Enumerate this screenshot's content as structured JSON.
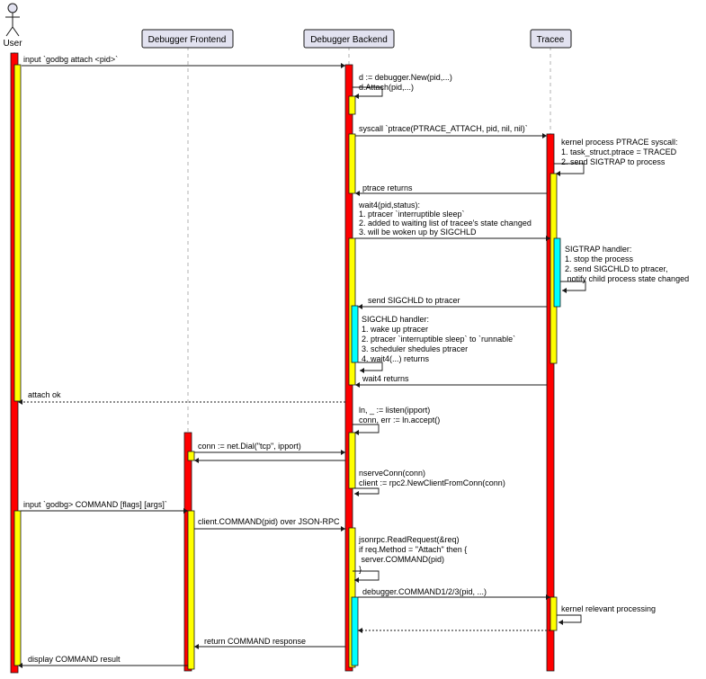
{
  "participants": [
    {
      "id": "user",
      "label": "User",
      "kind": "actor"
    },
    {
      "id": "frontend",
      "label": "Debugger Frontend",
      "kind": "box"
    },
    {
      "id": "backend",
      "label": "Debugger Backend",
      "kind": "box"
    },
    {
      "id": "tracee",
      "label": "Tracee",
      "kind": "box"
    }
  ],
  "messages": [
    {
      "from": "user",
      "to": "backend",
      "text": [
        "input `godbg attach <pid>`"
      ]
    },
    {
      "self": "backend",
      "text": [
        "d := debugger.New(pid,...)",
        "d.Attach(pid,...)"
      ]
    },
    {
      "from": "backend",
      "to": "tracee",
      "text": [
        "syscall `ptrace(PTRACE_ATTACH, pid, nil, nil)`"
      ]
    },
    {
      "self": "tracee",
      "text": [
        "kernel process PTRACE syscall:",
        "1. task_struct.ptrace = TRACED",
        "2. send SIGTRAP to process"
      ]
    },
    {
      "from": "tracee",
      "to": "backend",
      "text": [
        "ptrace returns"
      ]
    },
    {
      "from": "backend",
      "to": "tracee",
      "text": [
        "wait4(pid,status):",
        "1. ptracer `interruptible sleep`",
        "2. added to waiting list of tracee's state changed",
        "3. will be woken up by SIGCHLD"
      ]
    },
    {
      "self": "tracee",
      "text": [
        "SIGTRAP handler:",
        "1. stop the process",
        "2. send SIGCHLD to ptracer,",
        "    notify child process state changed"
      ]
    },
    {
      "from": "tracee",
      "to": "backend",
      "text": [
        "send SIGCHLD to ptracer"
      ]
    },
    {
      "self": "backend",
      "text": [
        "SIGCHLD handler:",
        "1. wake up ptracer",
        "2. ptracer `interruptible sleep` to `runnable`",
        "3. scheduler shedules ptracer",
        "4. wait4(...) returns"
      ]
    },
    {
      "from": "tracee",
      "to": "backend",
      "text": [
        "wait4 returns"
      ]
    },
    {
      "from": "backend",
      "to": "user",
      "dashed": true,
      "text": [
        "attach ok"
      ]
    },
    {
      "self": "backend",
      "text": [
        "ln, _ := listen(ipport)",
        "conn, err := ln.accept()"
      ]
    },
    {
      "from": "frontend",
      "to": "backend",
      "text": [
        "conn := net.Dial(\"tcp\", ipport)"
      ]
    },
    {
      "from": "backend",
      "to": "frontend",
      "text": [
        ""
      ]
    },
    {
      "self": "backend",
      "text": [
        "nserveConn(conn)",
        "client := rpc2.NewClientFromConn(conn)"
      ]
    },
    {
      "from": "user",
      "to": "frontend",
      "text": [
        "input `godbg> COMMAND [flags] [args]`"
      ]
    },
    {
      "from": "frontend",
      "to": "backend",
      "text": [
        "client.COMMAND(pid) over JSON-RPC"
      ]
    },
    {
      "self": "backend",
      "text": [
        "jsonrpc.ReadRequest(&req)",
        "if req.Method = \"Attach\" then {",
        "    server.COMMAND(pid)",
        "}"
      ]
    },
    {
      "from": "backend",
      "to": "tracee",
      "text": [
        "debugger.COMMAND1/2/3(pid, ...)"
      ]
    },
    {
      "self": "tracee",
      "text": [
        "kernel relevant processing"
      ]
    },
    {
      "from": "tracee",
      "to": "backend",
      "dashed": true,
      "text": [
        ""
      ]
    },
    {
      "from": "backend",
      "to": "frontend",
      "text": [
        "return COMMAND response"
      ]
    },
    {
      "from": "frontend",
      "to": "user",
      "text": [
        "display COMMAND result"
      ]
    }
  ],
  "colors": {
    "participant_fill": "#e2e2f0",
    "participant_border": "#181818",
    "lifeline": "#b0b0b0",
    "activation_red": "#ff0000",
    "activation_yellow": "#ffff00",
    "activation_cyan": "#00ffff",
    "arrow": "#181818"
  }
}
